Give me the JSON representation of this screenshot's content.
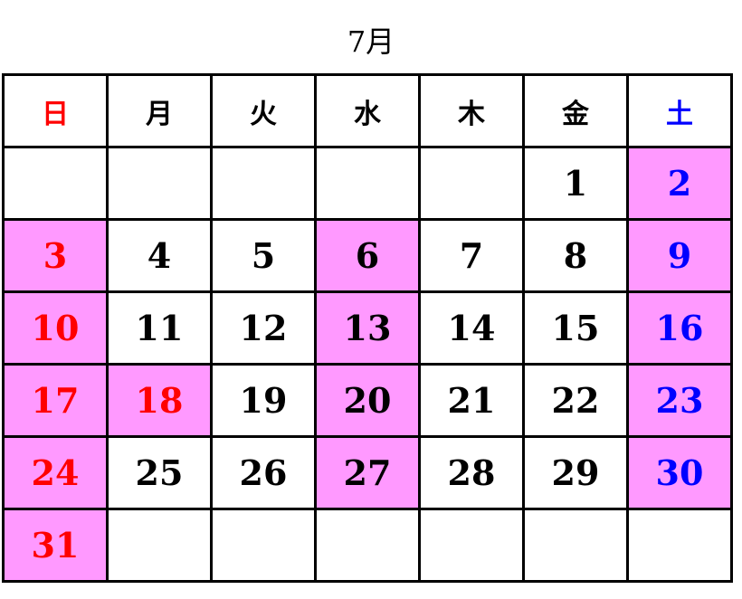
{
  "title": "7月",
  "colors": {
    "highlight": "#ff99ff",
    "sunday": "#ff0000",
    "saturday": "#0000ff",
    "text": "#000000",
    "border": "#000000"
  },
  "weekdays": [
    "日",
    "月",
    "火",
    "水",
    "木",
    "金",
    "土"
  ],
  "weeks": [
    [
      {
        "d": ""
      },
      {
        "d": ""
      },
      {
        "d": ""
      },
      {
        "d": ""
      },
      {
        "d": ""
      },
      {
        "d": "1"
      },
      {
        "d": "2",
        "hl": true
      }
    ],
    [
      {
        "d": "3",
        "hl": true
      },
      {
        "d": "4"
      },
      {
        "d": "5"
      },
      {
        "d": "6",
        "hl": true
      },
      {
        "d": "7"
      },
      {
        "d": "8"
      },
      {
        "d": "9",
        "hl": true
      }
    ],
    [
      {
        "d": "10",
        "hl": true
      },
      {
        "d": "11"
      },
      {
        "d": "12"
      },
      {
        "d": "13",
        "hl": true
      },
      {
        "d": "14"
      },
      {
        "d": "15"
      },
      {
        "d": "16",
        "hl": true
      }
    ],
    [
      {
        "d": "17",
        "hl": true
      },
      {
        "d": "18",
        "hl": true,
        "red": true
      },
      {
        "d": "19"
      },
      {
        "d": "20",
        "hl": true
      },
      {
        "d": "21"
      },
      {
        "d": "22"
      },
      {
        "d": "23",
        "hl": true
      }
    ],
    [
      {
        "d": "24",
        "hl": true
      },
      {
        "d": "25"
      },
      {
        "d": "26"
      },
      {
        "d": "27",
        "hl": true
      },
      {
        "d": "28"
      },
      {
        "d": "29"
      },
      {
        "d": "30",
        "hl": true
      }
    ],
    [
      {
        "d": "31",
        "hl": true
      },
      {
        "d": ""
      },
      {
        "d": ""
      },
      {
        "d": ""
      },
      {
        "d": ""
      },
      {
        "d": ""
      },
      {
        "d": ""
      }
    ]
  ]
}
